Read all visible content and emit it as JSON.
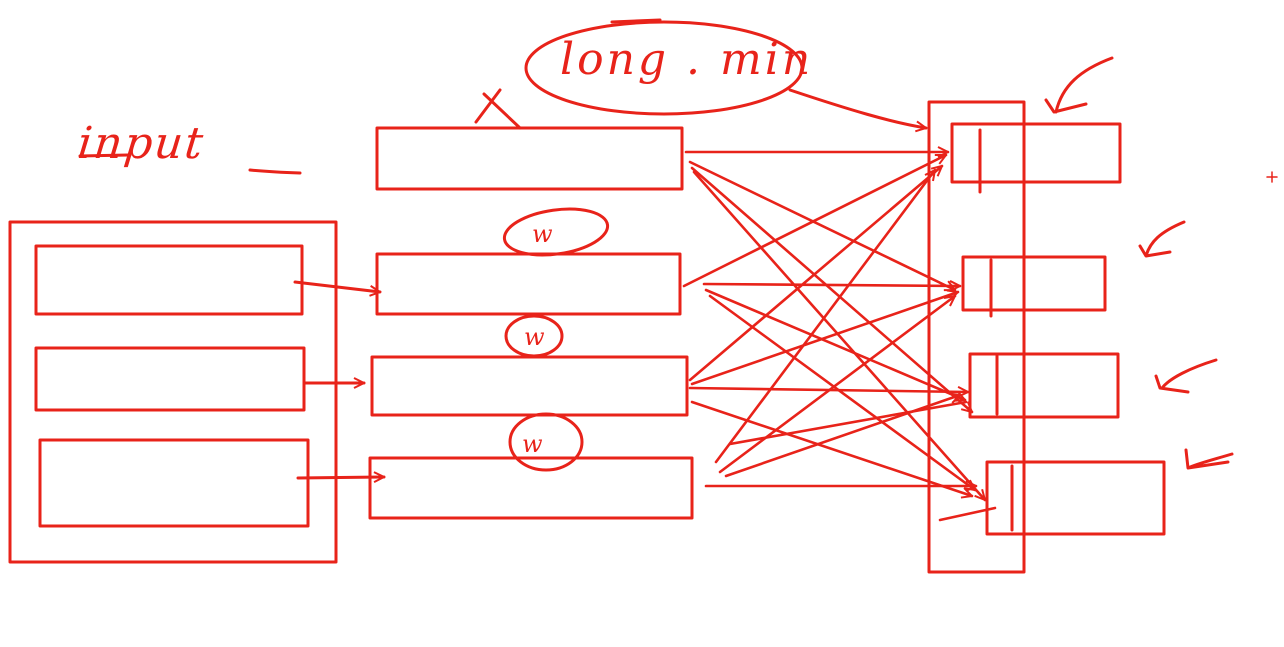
{
  "ink_color": "#e8231a",
  "labels": {
    "input": "input",
    "long_min": "long . min",
    "weight_1": "w",
    "weight_2": "w",
    "weight_3": "w"
  },
  "diagram": {
    "input_fields": 3,
    "hidden_nodes": 4,
    "output_cells": 4
  }
}
